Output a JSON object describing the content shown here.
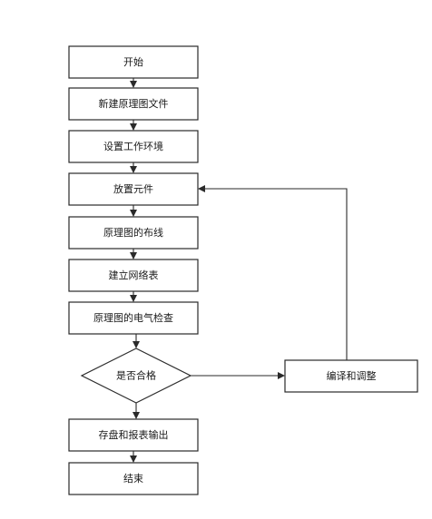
{
  "diagram": {
    "nodes": {
      "start": "开始",
      "new_schematic": "新建原理图文件",
      "setup_env": "设置工作环境",
      "place_parts": "放置元件",
      "wiring": "原理图的布线",
      "netlist": "建立网络表",
      "erc": "原理图的电气检查",
      "pass_check": "是否合格",
      "edit_adjust": "编译和调整",
      "save_output": "存盘和报表输出",
      "end": "结束"
    }
  }
}
